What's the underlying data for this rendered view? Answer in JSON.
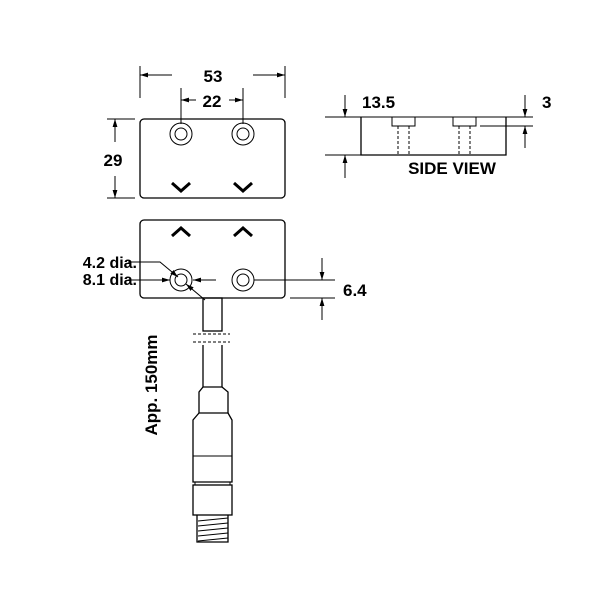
{
  "dimensions": {
    "overall_width": "53",
    "hole_spacing": "22",
    "height": "29",
    "thickness": "13.5",
    "counterbore_depth": "3",
    "hole_offset": "6.4",
    "inner_diameter": "4.2 dia.",
    "outer_diameter": "8.1 dia.",
    "cable_length": "App. 150mm"
  },
  "labels": {
    "side_view": "SIDE VIEW"
  }
}
